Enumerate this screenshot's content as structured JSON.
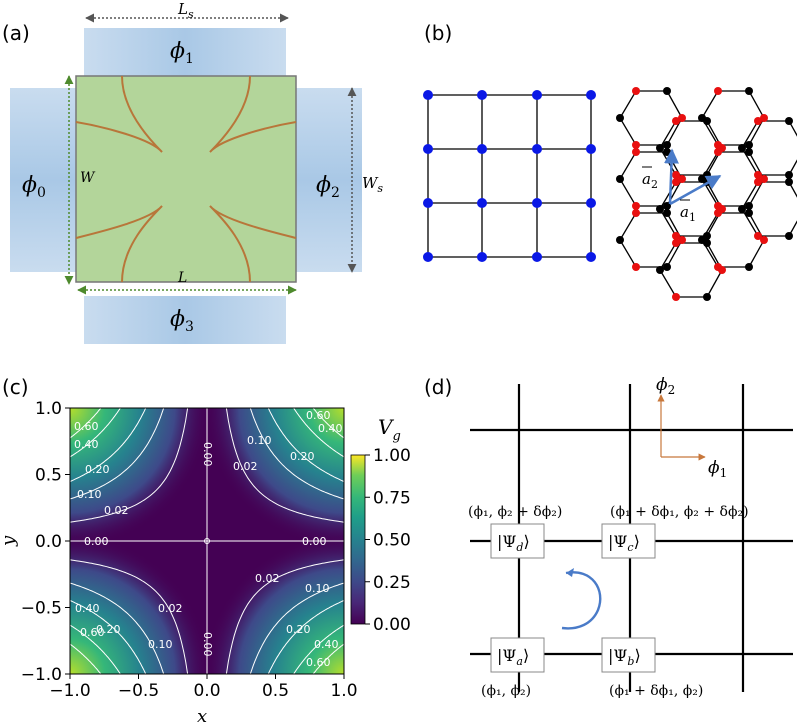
{
  "panels": {
    "a": "(a)",
    "b": "(b)",
    "c": "(c)",
    "d": "(d)"
  },
  "panel_a": {
    "phi0_sym": "ϕ",
    "phi0_sub": "0",
    "phi1_sym": "ϕ",
    "phi1_sub": "1",
    "phi2_sym": "ϕ",
    "phi2_sub": "2",
    "phi3_sym": "ϕ",
    "phi3_sub": "3",
    "Ls_sym": "L",
    "Ls_sub": "s",
    "Ws_sym": "W",
    "Ws_sub": "s",
    "W_label": "W",
    "L_label": "L",
    "colors": {
      "lead": "#a9c8e6",
      "sample": "#b3d59a",
      "contour": "#b8763a",
      "arrow_green": "#4e8a2d",
      "arrow_gray": "#555555"
    }
  },
  "panel_b": {
    "a1_vec": "a",
    "a1_sub": "1",
    "a2_vec": "a",
    "a2_sub": "2",
    "colors": {
      "square_site": "#0a18e6",
      "hex_site_a": "#e81010",
      "hex_site_b": "#000000",
      "vector": "#4a7bc8"
    }
  },
  "chart_data": {
    "type": "heatmap",
    "title": "",
    "xlabel": "x",
    "ylabel": "y",
    "xlim": [
      -1.0,
      1.0
    ],
    "ylim": [
      -1.0,
      1.0
    ],
    "xticks": [
      "−1.0",
      "−0.5",
      "0.0",
      "0.5",
      "1.0"
    ],
    "yticks": [
      "−1.0",
      "−0.5",
      "0.0",
      "0.5",
      "1.0"
    ],
    "colorbar_label_sym": "V",
    "colorbar_label_sub": "g",
    "colorbar_range": [
      0.0,
      1.0
    ],
    "colorbar_ticks": [
      "0.00",
      "0.25",
      "0.50",
      "0.75",
      "1.00"
    ],
    "contour_levels": [
      0.0,
      0.02,
      0.1,
      0.2,
      0.4,
      0.6
    ],
    "contour_labels": {
      "tl": [
        "0.60",
        "0.40",
        "0.20",
        "0.10",
        "0.02"
      ],
      "tr": [
        "0.60",
        "0.40",
        "0.20",
        "0.10",
        "0.02"
      ],
      "bl": [
        "0.60",
        "0.40",
        "0.20",
        "0.10",
        "0.02"
      ],
      "br": [
        "0.60",
        "0.40",
        "0.20",
        "0.10",
        "0.02"
      ],
      "axis": [
        "0.00",
        "0.00",
        "0.00",
        "0.00"
      ]
    },
    "colormap": "viridis"
  },
  "panel_d": {
    "axis1_sym": "ϕ",
    "axis1_sub": "1",
    "axis2_sym": "ϕ",
    "axis2_sub": "2",
    "state_a": "a",
    "state_b": "b",
    "state_c": "c",
    "state_d": "d",
    "coord_a": "(ϕ₁, ϕ₂)",
    "coord_b": "(ϕ₁ + δϕ₁, ϕ₂)",
    "coord_c": "(ϕ₁ + δϕ₁, ϕ₂ + δϕ₂)",
    "coord_d": "(ϕ₁, ϕ₂ + δϕ₂)",
    "colors": {
      "axes": "#c8783c",
      "loop_arrow": "#4a7bc8"
    }
  }
}
